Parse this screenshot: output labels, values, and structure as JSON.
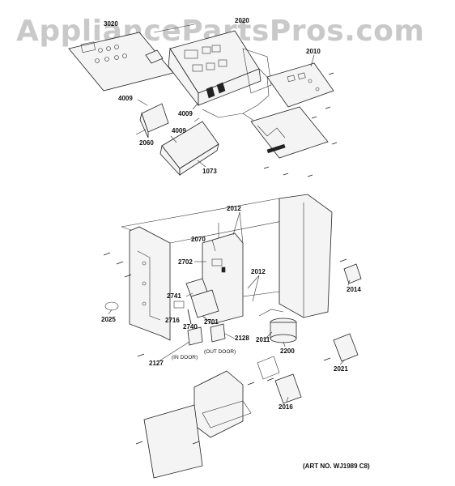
{
  "watermark": "AppliancePartsPros.com",
  "labels": {
    "l3020": "3020",
    "l2020": "2020",
    "l2010": "2010",
    "l4009a": "4009",
    "l4009b": "4009",
    "l4009c": "4009",
    "l2060": "2060",
    "l1073": "1073",
    "l2012a": "2012",
    "l2070": "2070",
    "l2702": "2702",
    "l2012b": "2012",
    "l2741": "2741",
    "l2014": "2014",
    "l2025": "2025",
    "l2716": "2716",
    "l2740": "2740",
    "l2701": "2701",
    "l2011": "2011",
    "l2128": "2128",
    "l2127": "2127",
    "l2200": "2200",
    "l2021": "2021",
    "l2016": "2016",
    "indoor": "(IN DOOR)",
    "outdoor": "(OUT DOOR)",
    "artno": "(ART NO. WJ1989 C8)"
  }
}
